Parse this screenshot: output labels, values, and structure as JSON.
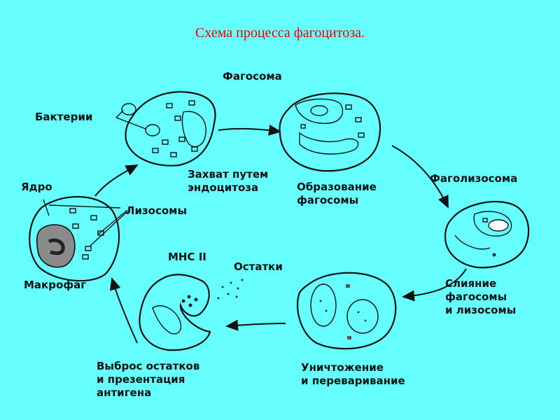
{
  "title": "Схема процесса фагоцитоза.",
  "labels": {
    "phagosome": "Фагосома",
    "bacteria": "Бактерии",
    "nucleus": "Ядро",
    "lysosomes": "Лизосомы",
    "macrophage": "Макрофаг",
    "capture": [
      "Захват путем",
      "эндоцитоза"
    ],
    "formation": [
      "Образование",
      "фагосомы"
    ],
    "phagolysosome": "Фаголизосома",
    "fusion": [
      "Слияние",
      "фагосомы",
      "и лизосомы"
    ],
    "destruction": [
      "Уничтожение",
      "и переваривание"
    ],
    "mhc": "MHC II",
    "remains": "Остатки",
    "release": [
      "Выброс остатков",
      "и презентация",
      "антигена"
    ]
  },
  "colors": {
    "background": "#66ffff",
    "title": "#ee0000",
    "nucleus_fill": "#8a8a8a"
  }
}
